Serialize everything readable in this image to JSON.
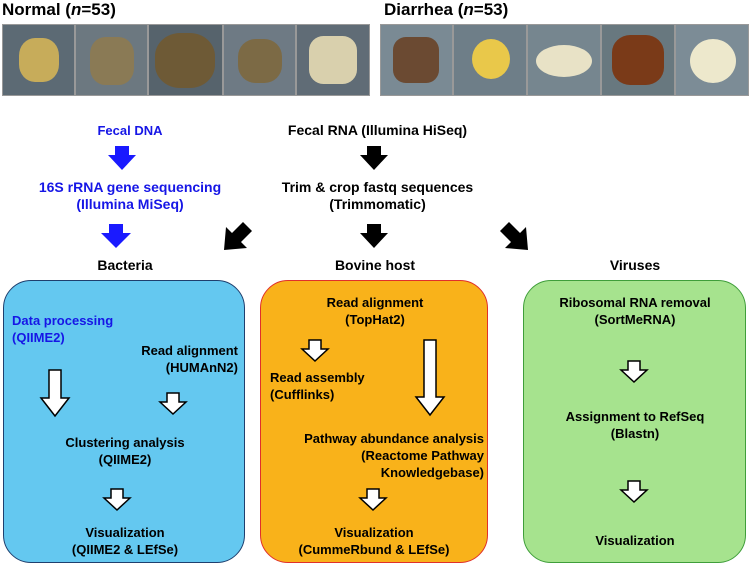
{
  "groups": {
    "normal": {
      "label": "Normal (",
      "n_symbol": "n",
      "n_value": "=53)"
    },
    "diarrhea": {
      "label": "Diarrhea (",
      "n_symbol": "n",
      "n_value": "=53)"
    }
  },
  "photos": {
    "normal_colors": [
      "#c7ac5a",
      "#8a7a55",
      "#6e5a36",
      "#7c6a45",
      "#d9d0ad"
    ],
    "diarrhea_colors": [
      "#6b4a32",
      "#e9c84a",
      "#e8e2c6",
      "#7a3a18",
      "#ede8cc"
    ]
  },
  "flow": {
    "left": {
      "step1": "Fecal DNA",
      "step2_line1": "16S rRNA gene sequencing",
      "step2_line2": "(Illumina MiSeq)"
    },
    "center": {
      "step1": "Fecal RNA (Illumina HiSeq)",
      "step2_line1": "Trim & crop fastq sequences",
      "step2_line2": "(Trimmomatic)"
    }
  },
  "categories": {
    "bacteria": "Bacteria",
    "host": "Bovine host",
    "viruses": "Viruses"
  },
  "bacteria_panel": {
    "data_processing": "Data processing",
    "data_processing_tool": "(QIIME2)",
    "read_alignment": "Read alignment",
    "read_alignment_tool": "(HUMAnN2)",
    "clustering": "Clustering analysis",
    "clustering_tool": "(QIIME2)",
    "visualization": "Visualization",
    "visualization_tool": "(QIIME2 & LEfSe)",
    "fill": "#64c8f0",
    "border": "#1f3f6e"
  },
  "host_panel": {
    "read_alignment": "Read alignment",
    "read_alignment_tool": "(TopHat2)",
    "read_assembly": "Read assembly",
    "read_assembly_tool": "(Cufflinks)",
    "pathway": "Pathway abundance analysis",
    "pathway_tool1": "(Reactome Pathway",
    "pathway_tool2": "Knowledgebase)",
    "visualization": "Visualization",
    "visualization_tool": "(CummeRbund & LEfSe)",
    "fill": "#f9b21a",
    "border": "#e0302a"
  },
  "virus_panel": {
    "rrna_removal": "Ribosomal RNA removal",
    "rrna_removal_tool": "(SortMeRNA)",
    "assignment": "Assignment to RefSeq",
    "assignment_tool": "(Blastn)",
    "visualization": "Visualization",
    "fill": "#a6e38e",
    "border": "#3f9e3a"
  },
  "colors": {
    "blue_text": "#1616e6",
    "blue_arrow": "#1a1aff",
    "black_arrow": "#000000"
  }
}
